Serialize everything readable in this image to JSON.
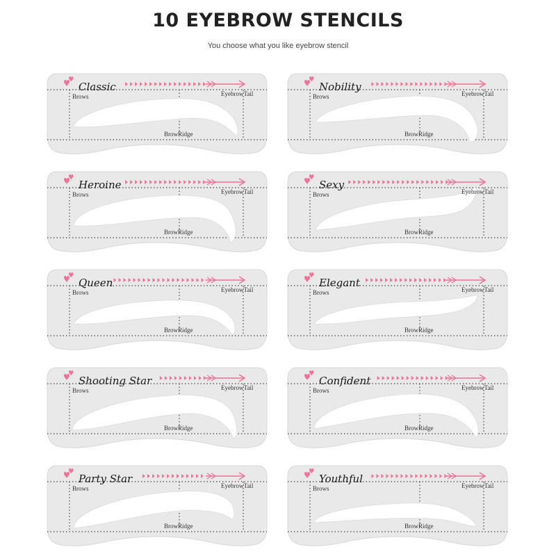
{
  "title": "10 EYEBROW STENCILS",
  "subtitle": "You choose what you like eyebrow stencil",
  "labels": {
    "brows": "Brows",
    "tail": "EyebrowTail",
    "ridge": "BrowRidge"
  },
  "colors": {
    "card": "#e9e9e9",
    "accent": "#ee7396",
    "dots": "#444444",
    "cutout": "#ffffff"
  },
  "stencils": [
    {
      "name": "Classic",
      "shape": "classic"
    },
    {
      "name": "Nobility",
      "shape": "nobility"
    },
    {
      "name": "Heroine",
      "shape": "heroine"
    },
    {
      "name": "Sexy",
      "shape": "sexy"
    },
    {
      "name": "Queen",
      "shape": "queen"
    },
    {
      "name": "Elegant",
      "shape": "elegant"
    },
    {
      "name": "Shooting Star",
      "shape": "shooting"
    },
    {
      "name": "Confident",
      "shape": "confident"
    },
    {
      "name": "Party Star",
      "shape": "party"
    },
    {
      "name": "Youthful",
      "shape": "youthful"
    }
  ]
}
